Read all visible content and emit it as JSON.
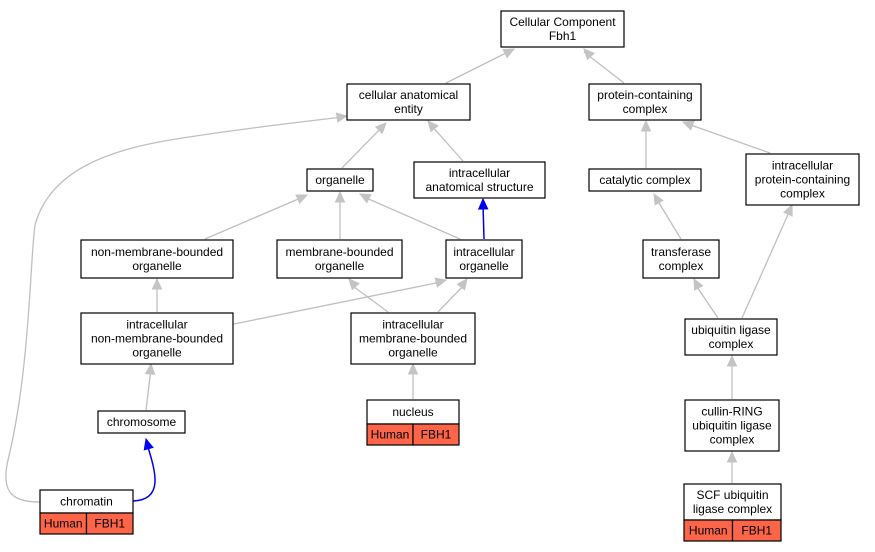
{
  "nodes": {
    "cc_fbh1": [
      "Cellular Component",
      "Fbh1"
    ],
    "cell_anat": [
      "cellular anatomical",
      "entity"
    ],
    "prot_complex": [
      "protein-containing",
      "complex"
    ],
    "organelle": [
      "organelle"
    ],
    "intra_anat": [
      "intracellular",
      "anatomical structure"
    ],
    "catalytic": [
      "catalytic complex"
    ],
    "intra_prot": [
      "intracellular",
      "protein-containing",
      "complex"
    ],
    "nonmem_org": [
      "non-membrane-bounded",
      "organelle"
    ],
    "mem_org": [
      "membrane-bounded",
      "organelle"
    ],
    "intra_org": [
      "intracellular",
      "organelle"
    ],
    "transferase": [
      "transferase",
      "complex"
    ],
    "intra_nonmem": [
      "intracellular",
      "non-membrane-bounded",
      "organelle"
    ],
    "intra_mem": [
      "intracellular",
      "membrane-bounded",
      "organelle"
    ],
    "ubiq": [
      "ubiquitin ligase",
      "complex"
    ],
    "chromosome": [
      "chromosome"
    ],
    "nucleus": [
      "nucleus"
    ],
    "cullin": [
      "cullin-RING",
      "ubiquitin ligase",
      "complex"
    ],
    "chromatin": [
      "chromatin"
    ],
    "scf": [
      "SCF ubiquitin",
      "ligase complex"
    ]
  },
  "annotations": {
    "nucleus": [
      "Human",
      "FBH1"
    ],
    "chromatin": [
      "Human",
      "FBH1"
    ],
    "scf": [
      "Human",
      "FBH1"
    ]
  },
  "edges": [
    {
      "from": "cell_anat",
      "to": "cc_fbh1",
      "color": "gray"
    },
    {
      "from": "prot_complex",
      "to": "cc_fbh1",
      "color": "gray"
    },
    {
      "from": "organelle",
      "to": "cell_anat",
      "color": "gray"
    },
    {
      "from": "intra_anat",
      "to": "cell_anat",
      "color": "gray"
    },
    {
      "from": "chromatin",
      "to": "cell_anat",
      "color": "gray"
    },
    {
      "from": "catalytic",
      "to": "prot_complex",
      "color": "gray"
    },
    {
      "from": "intra_prot",
      "to": "prot_complex",
      "color": "gray"
    },
    {
      "from": "nonmem_org",
      "to": "organelle",
      "color": "gray"
    },
    {
      "from": "mem_org",
      "to": "organelle",
      "color": "gray"
    },
    {
      "from": "intra_org",
      "to": "organelle",
      "color": "gray"
    },
    {
      "from": "intra_org",
      "to": "intra_anat",
      "color": "blue"
    },
    {
      "from": "transferase",
      "to": "catalytic",
      "color": "gray"
    },
    {
      "from": "intra_nonmem",
      "to": "nonmem_org",
      "color": "gray"
    },
    {
      "from": "intra_nonmem",
      "to": "intra_org",
      "color": "gray"
    },
    {
      "from": "intra_mem",
      "to": "mem_org",
      "color": "gray"
    },
    {
      "from": "intra_mem",
      "to": "intra_org",
      "color": "gray"
    },
    {
      "from": "ubiq",
      "to": "transferase",
      "color": "gray"
    },
    {
      "from": "ubiq",
      "to": "intra_prot",
      "color": "gray"
    },
    {
      "from": "chromosome",
      "to": "intra_nonmem",
      "color": "gray"
    },
    {
      "from": "nucleus",
      "to": "intra_mem",
      "color": "gray"
    },
    {
      "from": "cullin",
      "to": "ubiq",
      "color": "gray"
    },
    {
      "from": "chromatin",
      "to": "chromosome",
      "color": "blue"
    },
    {
      "from": "scf",
      "to": "cullin",
      "color": "gray"
    }
  ]
}
